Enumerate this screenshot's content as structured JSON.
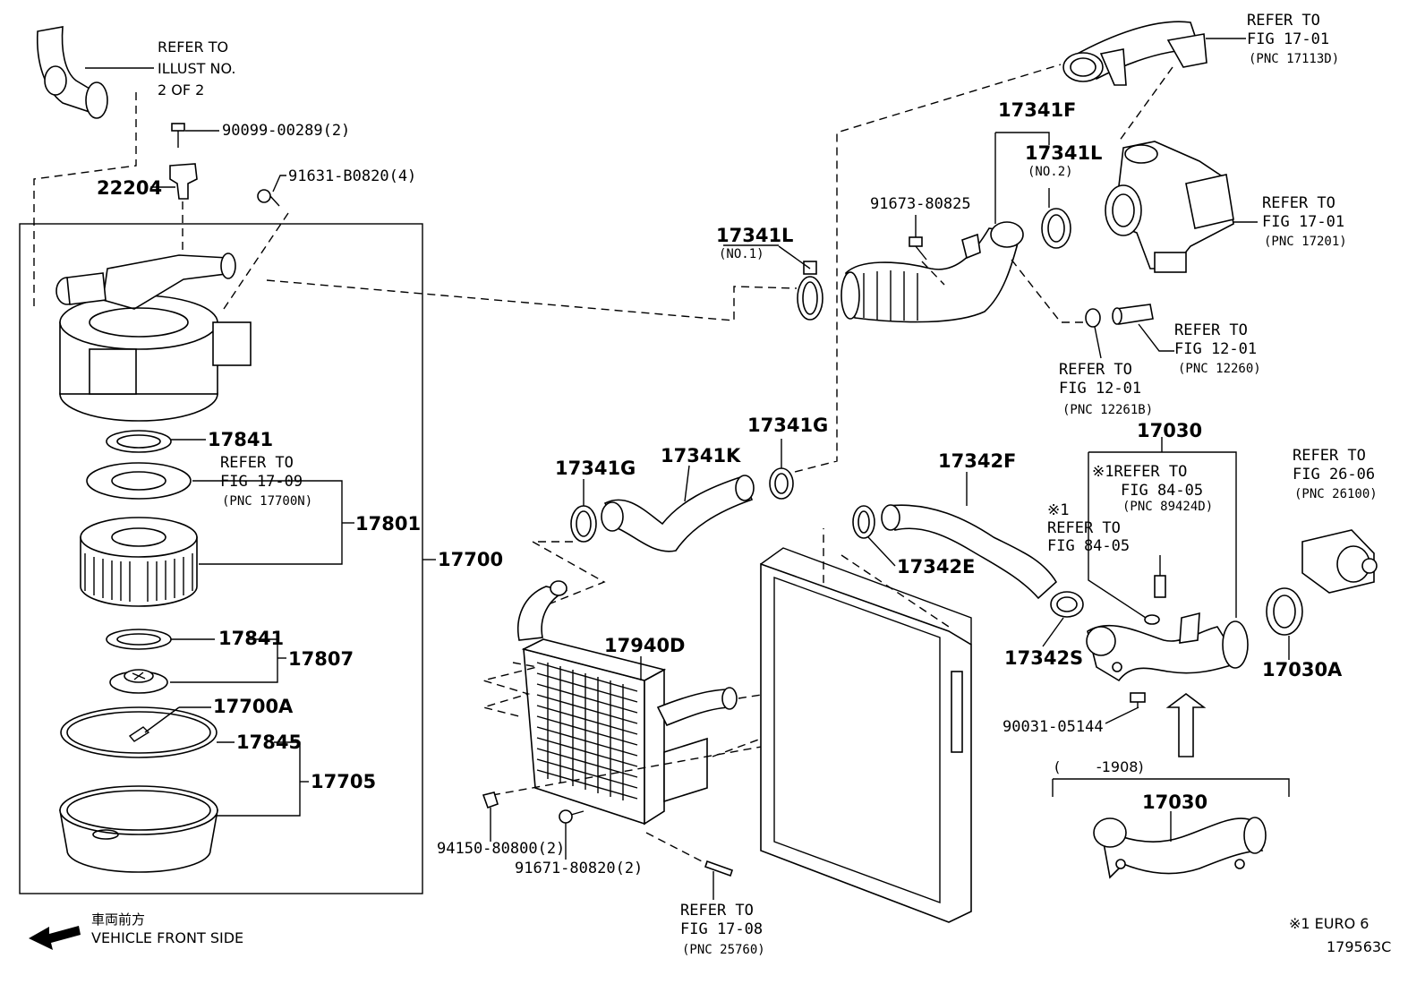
{
  "labels": {
    "refer_illust_1": "REFER TO",
    "refer_illust_2": "ILLUST NO.",
    "refer_illust_3": "2 OF 2",
    "p90099": "90099-00289(2)",
    "p22204": "22204",
    "p91631": "91631-B0820(4)",
    "p17841a": "17841",
    "refer1709_1": "REFER TO",
    "refer1709_2": "FIG 17-09",
    "refer1709_3": "(PNC 17700N)",
    "p17801": "17801",
    "p17700": "17700",
    "p17841b": "17841",
    "p17807": "17807",
    "p17700A": "17700A",
    "p17845": "17845",
    "p17705": "17705",
    "p17341L1": "17341L",
    "p17341L1_sub": "(NO.1)",
    "p17341G_top": "17341G",
    "p17341G_left": "17341G",
    "p17341K": "17341K",
    "p17940D": "17940D",
    "p94150": "94150-80800(2)",
    "p91671": "91671-80820(2)",
    "refer1708_1": "REFER TO",
    "refer1708_2": "FIG 17-08",
    "refer1708_3": "(PNC 25760)",
    "p17341F": "17341F",
    "p17341L2": "17341L",
    "p17341L2_sub": "(NO.2)",
    "p91673": "91673-80825",
    "refer1701a_1": "REFER TO",
    "refer1701a_2": "FIG 17-01",
    "refer1701a_3": "(PNC 17113D)",
    "refer1701b_1": "REFER TO",
    "refer1701b_2": "FIG 17-01",
    "refer1701b_3": "(PNC 17201)",
    "refer1201a_1": "REFER TO",
    "refer1201a_2": "FIG 12-01",
    "refer1201a_3": "(PNC 12260)",
    "refer1201b_1": "REFER TO",
    "refer1201b_2": "FIG 12-01",
    "refer1201b_3": "(PNC 12261B)",
    "p17342F": "17342F",
    "p17342E": "17342E",
    "p17342S": "17342S",
    "p17030_top": "17030",
    "refer8405a_1": "※1REFER TO",
    "refer8405a_2": "FIG 84-05",
    "refer8405a_3": "(PNC 89424D)",
    "refer8405b_0": "※1",
    "refer8405b_1": "REFER TO",
    "refer8405b_2": "FIG 84-05",
    "refer2606_1": "REFER TO",
    "refer2606_2": "FIG 26-06",
    "refer2606_3": "(PNC 26100)",
    "p17030A": "17030A",
    "p90031": "90031-05144",
    "range_1908": "(        -1908)",
    "p17030_bottom": "17030",
    "front_jp": "車両前方",
    "front_en": "VEHICLE FRONT SIDE",
    "note_euro6": "※1 EURO 6",
    "fig_code": "179563C"
  }
}
